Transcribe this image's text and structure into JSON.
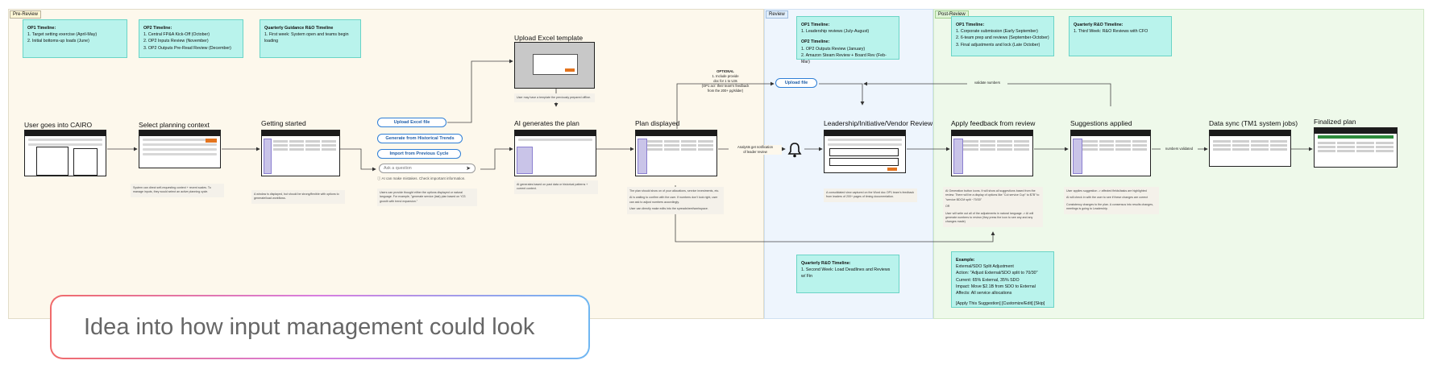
{
  "phases": {
    "pre": "Pre-Review",
    "review": "Review",
    "post": "Post-Review"
  },
  "notes": {
    "op1_pre": {
      "title": "OP1 Timeline:",
      "lines": [
        "1. Target setting exercise (April-May)",
        "2. Initial bottoms-up loads (June)"
      ]
    },
    "op2_pre": {
      "title": "OP2 Timeline:",
      "lines": [
        "1. Central FP&A Kick-Off (October)",
        "2. OP2 Inputs Review (November)",
        "3. OP2 Outputs Pre-Read Review (December)"
      ]
    },
    "quarterly_pre": {
      "title": "Quarterly Guidance R&O Timeline",
      "lines": [
        "1. First week: System open and teams begin loading"
      ]
    },
    "review_top": {
      "title": "OP1 Timeline:",
      "lines": [
        "1. Leadership reviews (July-August)"
      ],
      "title2": "OP2 Timeline:",
      "lines2": [
        "1. OP2 Outputs Review (January)",
        "2. Amazon Steam Review + Board Rev (Feb-Mar)"
      ]
    },
    "review_bottom": {
      "title": "Quarterly R&O Timeline:",
      "lines": [
        "1. Second Week: Load Deadlines and Reviews w/ Fin"
      ]
    },
    "post_op1": {
      "title": "OP1 Timeline:",
      "lines": [
        "1. Corporate submission (Early September)",
        "2. 6-team prep and reviews (September-October)",
        "3. Final adjustments and lock (Late October)"
      ]
    },
    "post_quarterly": {
      "title": "Quarterly R&O Timeline:",
      "lines": [
        "1. Third Week: R&O Reviews with CFO"
      ]
    },
    "example": {
      "title": "Example:",
      "lines": [
        "External/SDO Split Adjustment",
        "Action: \"Adjust External/SDO split to 70/30\"",
        "Current: 65% External, 35% SDO",
        "Impact: Move $2.1B from SDO to External",
        "Affects: All service allocations",
        "",
        "[Apply This Suggestion] [Customize/Edit] [Skip]"
      ]
    }
  },
  "steps": {
    "login": "User goes into CAIRO",
    "context": "Select planning context",
    "started": "Getting started",
    "upload_template": "Upload Excel template",
    "ai": "AI generates the plan",
    "displayed": "Plan displayed",
    "leadership": "Leadership/Initiative/Vendor Review",
    "feedback": "Apply feedback from review",
    "suggestions": "Suggestions applied",
    "sync": "Data sync (TM1 system jobs)",
    "final": "Finalized plan"
  },
  "buttons": {
    "upload_excel": "Upload Excel file",
    "historical": "Generate from Historical Trends",
    "previous": "Import from Previous Cycle",
    "upload_file": "Upload file"
  },
  "ask": {
    "placeholder": "Ask a question",
    "disclaimer": "AI can make mistakes. Check important information."
  },
  "labels": {
    "optional": "OPTIONAL",
    "optional_text": [
      "1. Include provide",
      "doc for 1 to U3s",
      "(OP1 acr: their team's feedback",
      "from the 200+ pg/slider)"
    ],
    "notification": [
      "Analysts get notification",
      "of leader review"
    ],
    "validate": "validate numbers",
    "validated": "numbers validated"
  },
  "descs": {
    "login": "System can direct self-requesting context + recent scales. To manage inputs, they would select an active planning cycle.",
    "started": "A window is displayed, but should be strong/flexible with options to generate/load workflows.",
    "upload": "User may have a template the previously prepared offline.",
    "ask": "Users can provide thought either the options displayed or natural language. For example, \"generate service (last) plan based on Y23 growth with trend expansion.\"",
    "ai": "AI generates based on past data or historical patterns + current context.",
    "displayed": [
      "The plan should show on of your allocations, service investments, etc.",
      "AI is waiting to confirm with the user. If numbers don't look right, user can ask to adjust numbers accordingly.",
      "User can directly make edits into the spreadsheet/workspace."
    ],
    "leadership": "A consolidated view captured on the Word doc OP1 team's feedback from leaders of 200+ pages of timing documentation.",
    "feedback": [
      "AI Generation button icons. It will show all suggestions based from the review. There will be a display of options like \"Cut service Cup\" to $7B\" to \"service BDCM split ~70/30\"",
      "OR",
      "User will write out all of the adjustments in natural language -> AI will generate numbers to review (they press the icon to see any and any changes made)"
    ],
    "suggestions": [
      "User applies suggestion -> affected fields/tasks are highlighted",
      "AI will check in with the user to see if these changes are correct",
      "Consistency changes to the plan. A consensus into results changes, meetings is going to Leadership."
    ]
  },
  "caption": "Idea into how input management could look",
  "colors": {
    "accent": "#2f7fd6",
    "note": "#b9f3ec",
    "purple": "#8b7fd0",
    "orange": "#e3741f",
    "green": "#2e8b3c"
  }
}
